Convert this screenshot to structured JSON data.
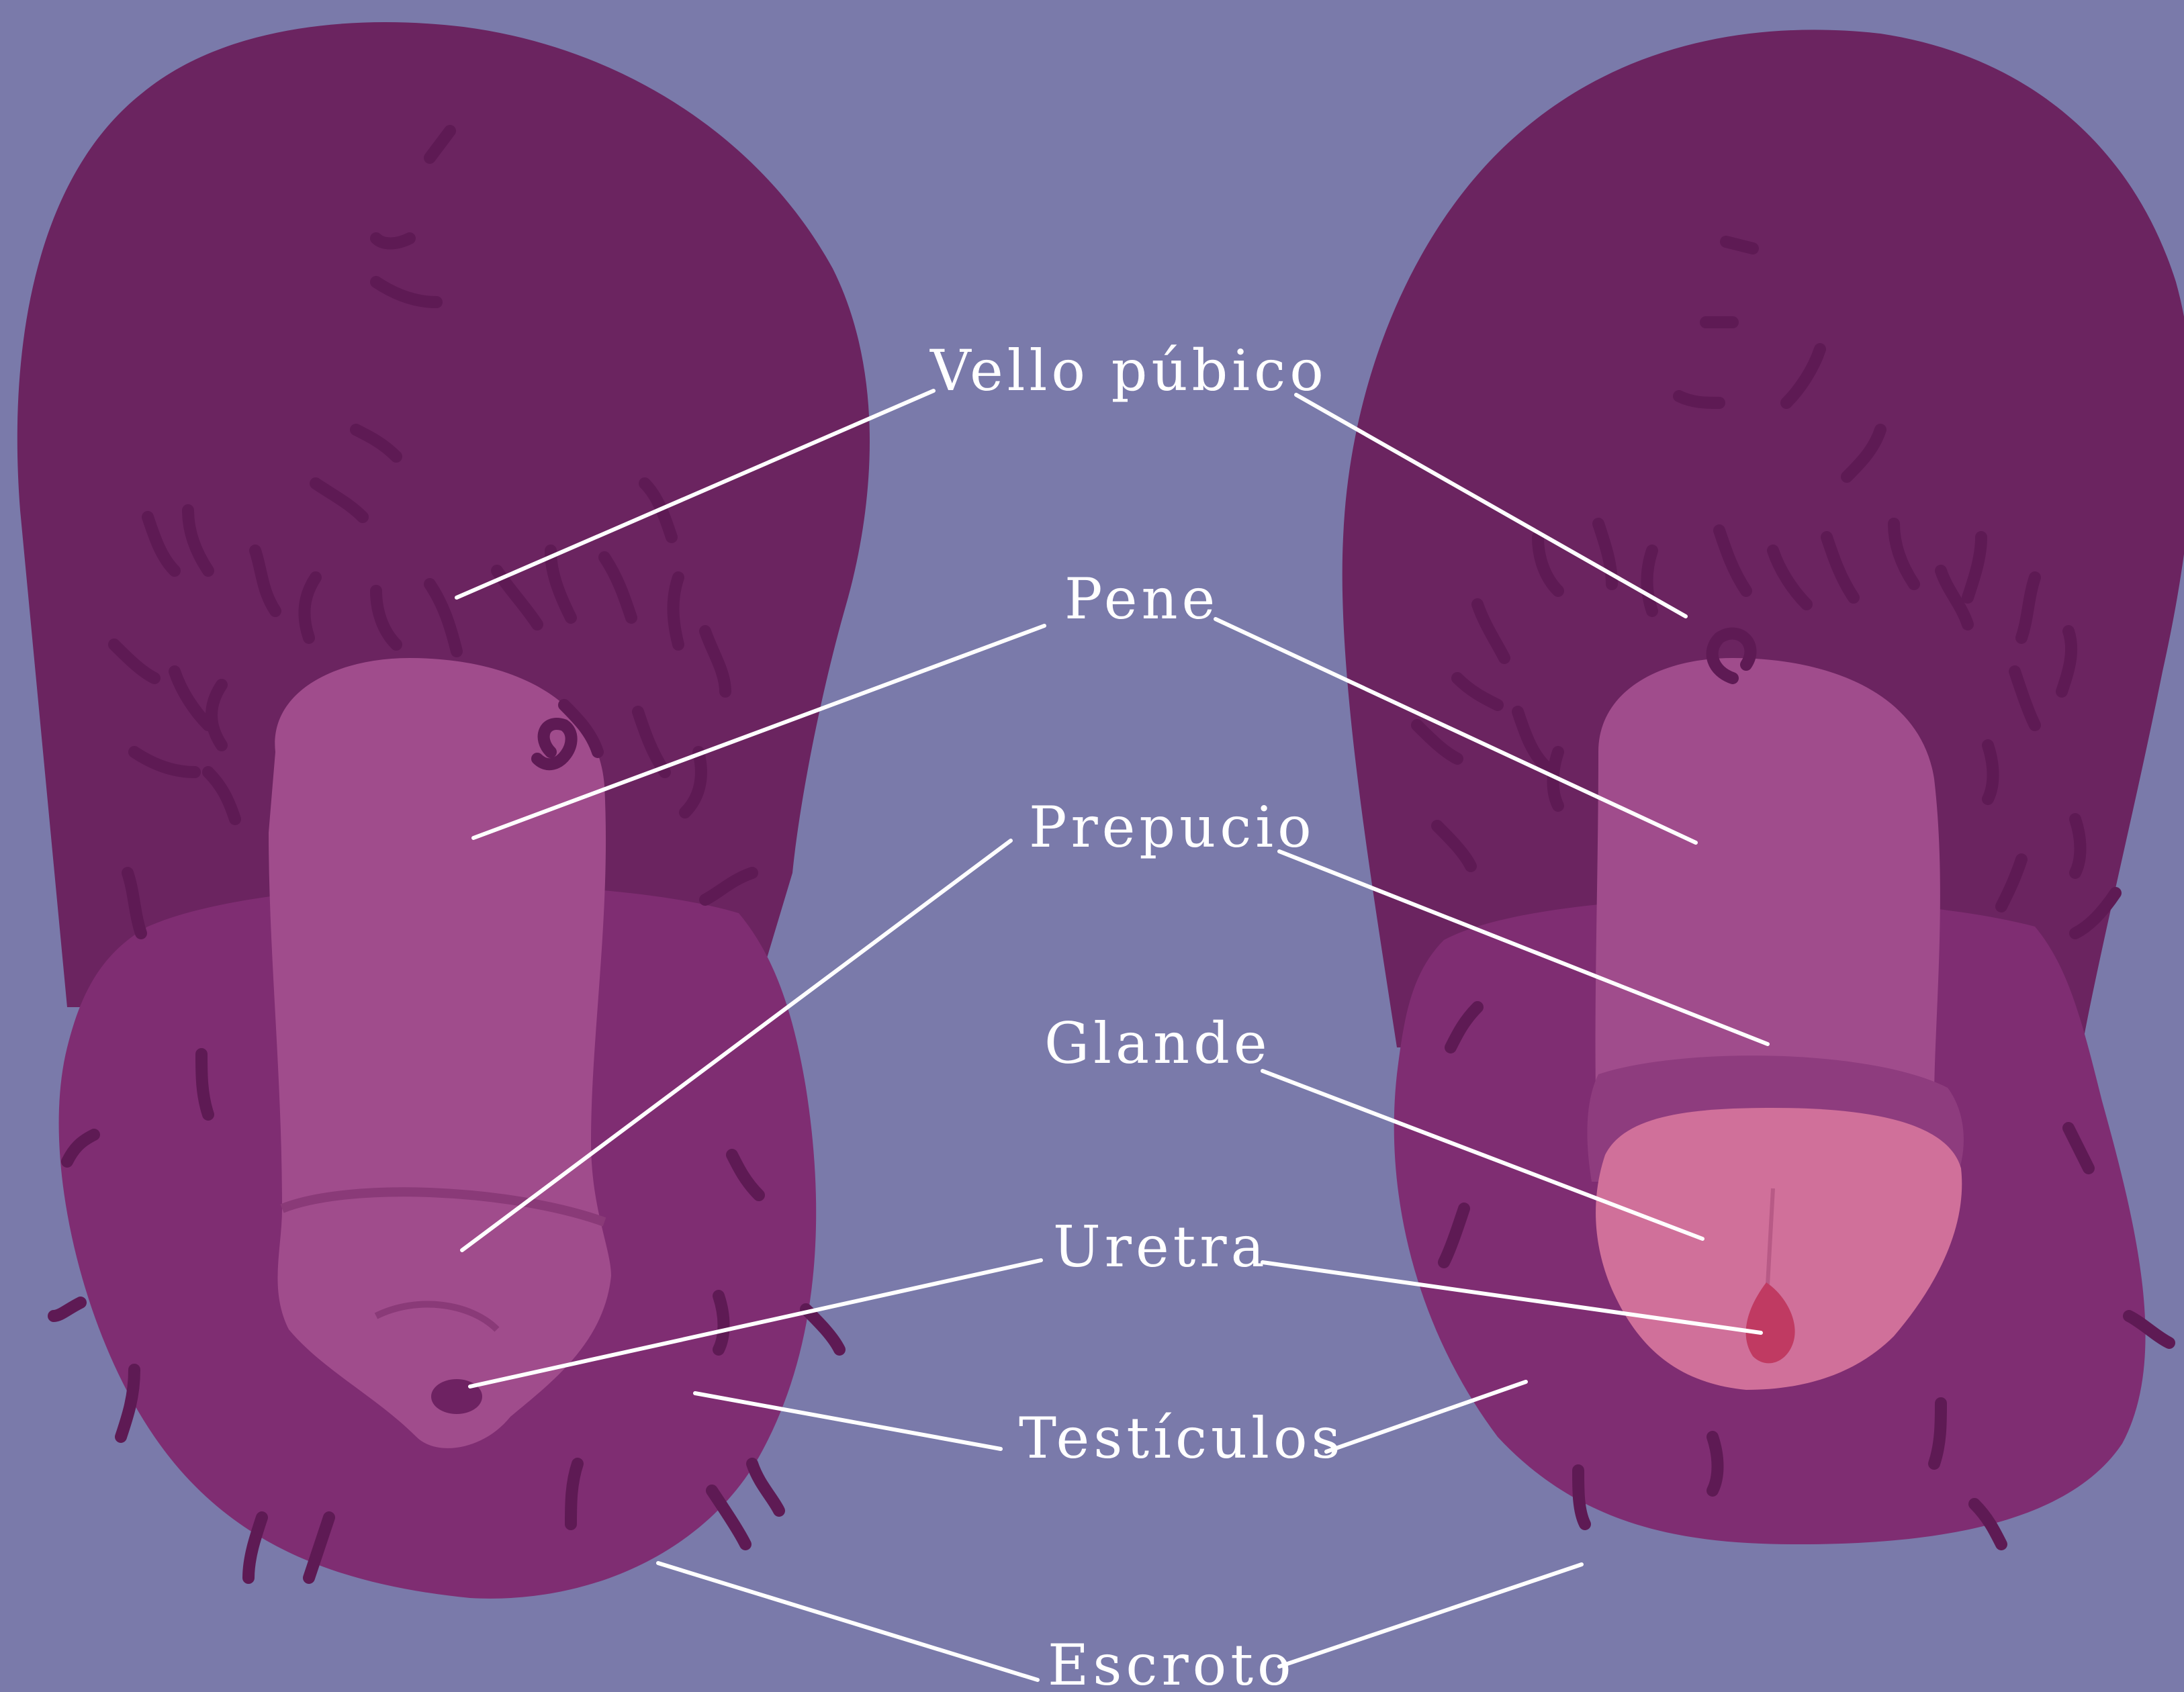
{
  "colors": {
    "background": "#7a7aaa",
    "pubic_area": "#6b2460",
    "scrotum": "#7f2d72",
    "penis_shaft": "#a04c8c",
    "glans": "#d0709a",
    "urethra": "#c03a62",
    "hair": "#5e1a54",
    "leader_lines": "#ffffff",
    "label_text": "#ffffff"
  },
  "illustrations": [
    {
      "id": "left",
      "variant": "uncircumcised"
    },
    {
      "id": "right",
      "variant": "circumcised"
    }
  ],
  "labels": {
    "vello_pubico": "Vello púbico",
    "pene": "Pene",
    "prepucio": "Prepucio",
    "glande": "Glande",
    "uretra": "Uretra",
    "testiculos": "Testículos",
    "escroto": "Escroto"
  }
}
